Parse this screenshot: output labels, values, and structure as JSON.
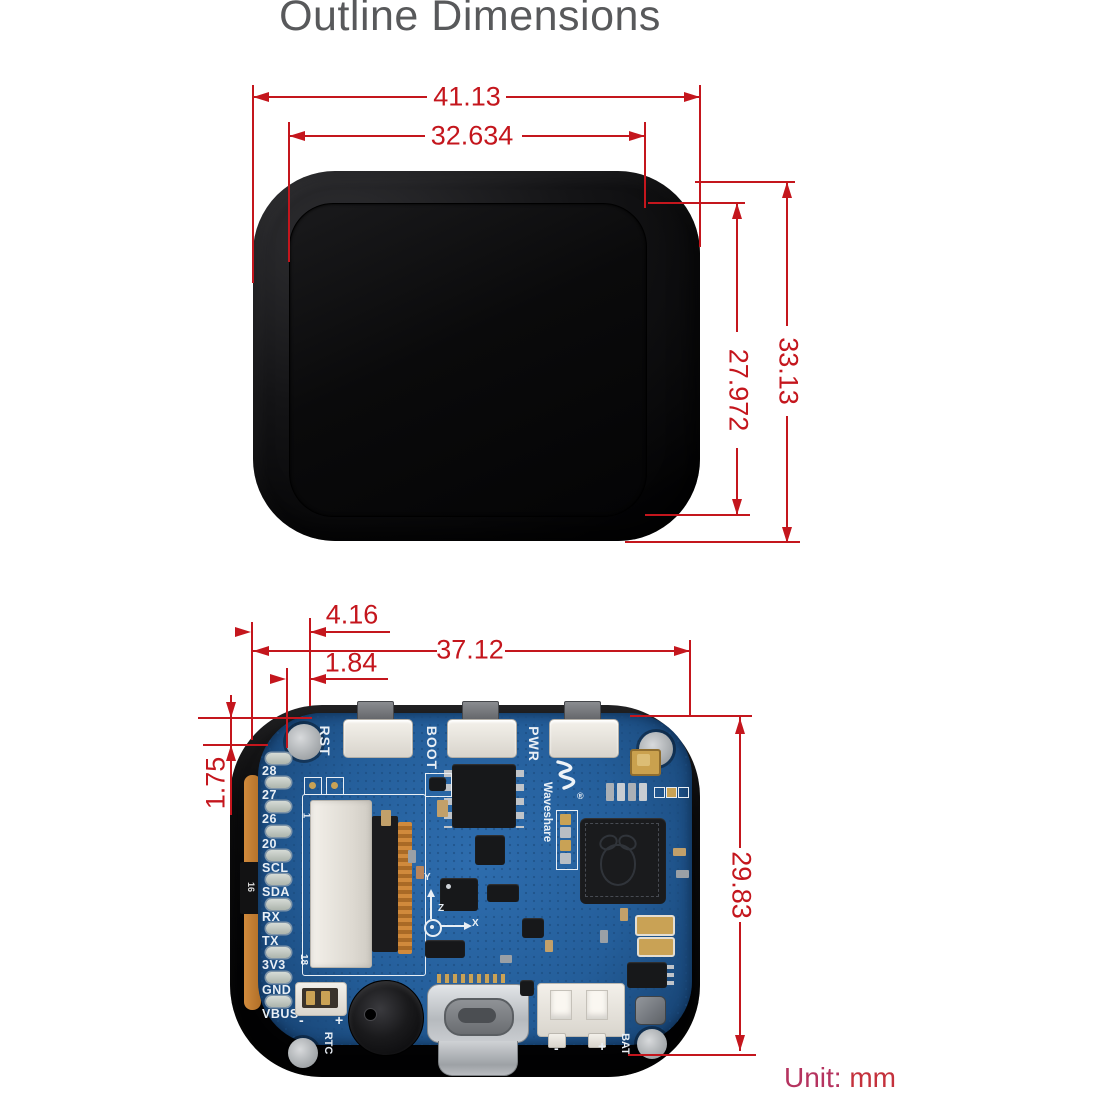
{
  "title": "Outline Dimensions",
  "unit": {
    "prefix": "Unit:",
    "value": "mm"
  },
  "front_view": {
    "dims": {
      "width_outer": "41.13",
      "width_screen": "32.634",
      "height_outer": "33.13",
      "height_screen": "27.972"
    }
  },
  "back_view": {
    "dims": {
      "edge_to_pad": "4.16",
      "width_pcb": "37.12",
      "pcb_edge_to_pad": "1.84",
      "top_edge_to_pad": "1.75",
      "height_pcb": "29.83"
    },
    "buttons": {
      "rst": "RST",
      "boot": "BOOT",
      "pwr": "PWR"
    },
    "pins": [
      "28",
      "27",
      "26",
      "20",
      "SCL",
      "SDA",
      "RX",
      "TX",
      "3V3",
      "GND",
      "VBUS"
    ],
    "silkscreen": {
      "brand": "Waveshare",
      "reg": "®",
      "fpc_pin1": "1",
      "fpc_pin18": "18",
      "fpc_chip": "16",
      "axis_x": "X",
      "axis_y": "Y",
      "axis_z": "Z",
      "rtc": "RTC",
      "bat": "BAT",
      "minus": "-",
      "plus": "+"
    }
  }
}
